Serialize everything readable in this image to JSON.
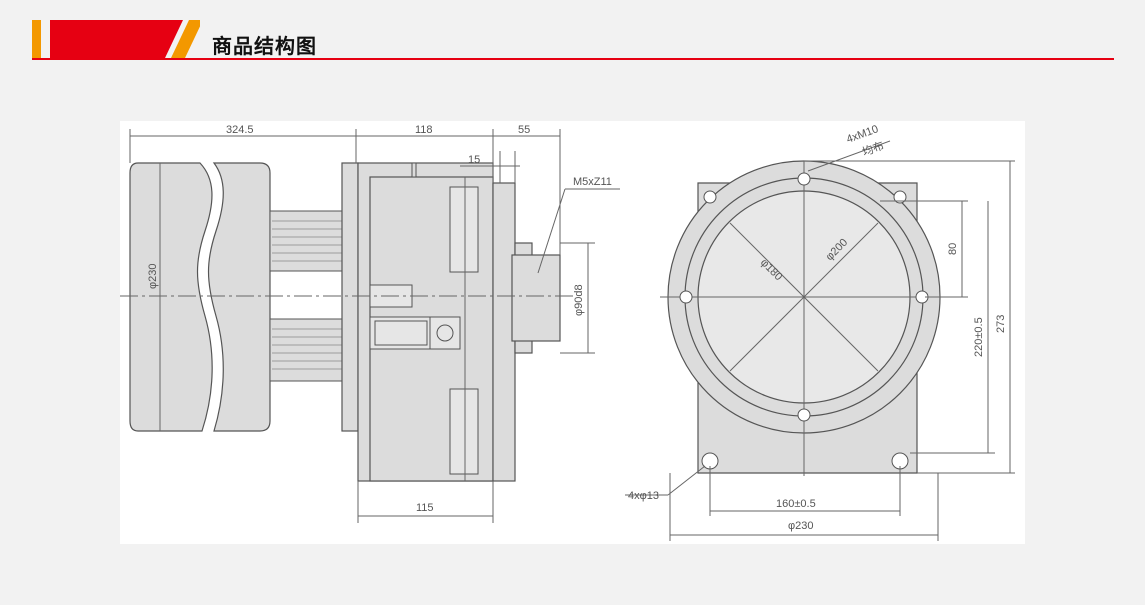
{
  "header": {
    "title": "商品结构图",
    "accent_color": "#e60012",
    "accent_orange": "#f39800"
  },
  "drawing": {
    "side_view": {
      "dim_total_length": "324.5",
      "dim_flange": "118",
      "dim_shaft_len": "55",
      "dim_offset": "15",
      "dim_base": "115",
      "dim_diameter": "φ230",
      "dim_shaft_dia": "φ90d8",
      "dim_shaft_key": "M5xZ11"
    },
    "front_view": {
      "dim_bolts": "4xM10",
      "dim_bolts_note": "均布",
      "dim_inner": "φ180",
      "dim_mid": "φ200",
      "dim_80": "80",
      "dim_220": "220±0.5",
      "dim_273": "273",
      "dim_holes": "4xφ13",
      "dim_160": "160±0.5",
      "dim_230": "φ230"
    }
  }
}
